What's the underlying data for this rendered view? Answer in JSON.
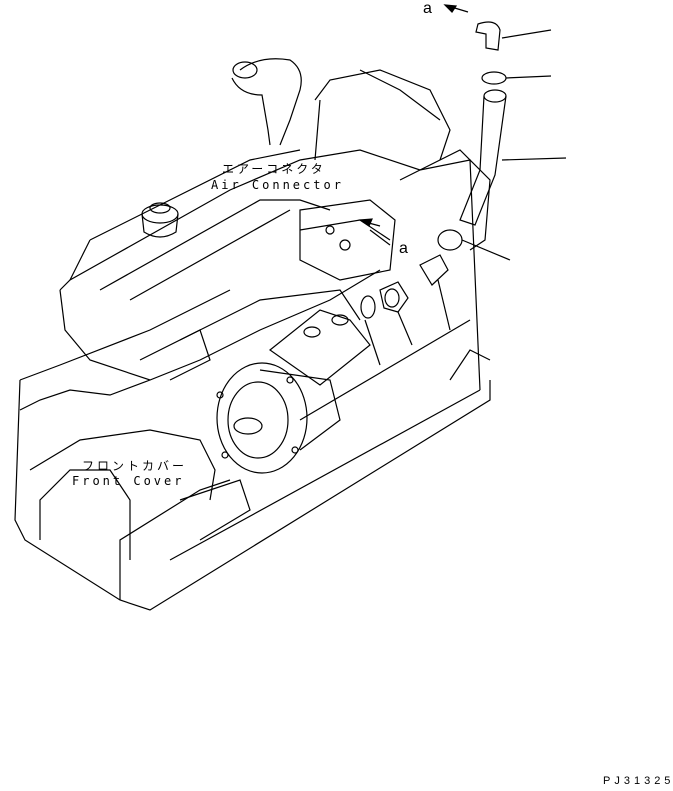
{
  "diagram": {
    "labels": {
      "air_connector_jp": "エアーコネクタ",
      "air_connector_en": "Air Connector",
      "front_cover_jp": "フロントカバー",
      "front_cover_en": "Front Cover"
    },
    "callouts": {
      "top_a": "a",
      "mid_a": "a"
    },
    "drawing_code": "PJ31325",
    "line_color": "#000000",
    "background": "#ffffff"
  }
}
